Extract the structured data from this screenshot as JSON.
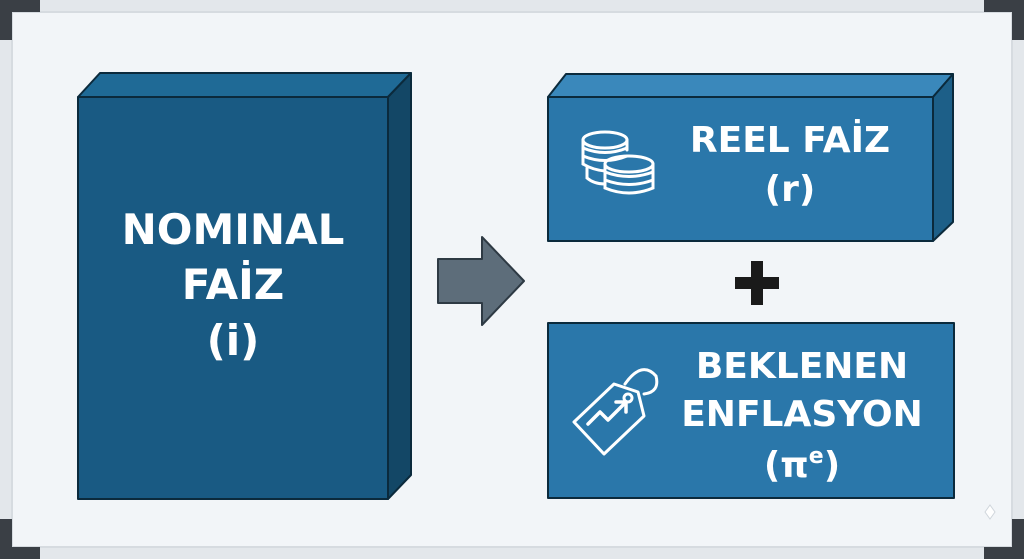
{
  "boxes": {
    "nominal": {
      "line1": "NOMINAL",
      "line2": "FAİZ",
      "line3": "(i)"
    },
    "reel": {
      "line1": "REEL FAİZ",
      "line2": "(r)"
    },
    "beklenen": {
      "line1": "BEKLENEN",
      "line2": "ENFLASYON",
      "line3_pre": "(π",
      "line3_sup": "e",
      "line3_post": ")"
    }
  },
  "operator": "+",
  "icons": {
    "reel": "coin-stack-icon",
    "beklenen": "price-tag-trend-icon",
    "arrow": "right-arrow-icon"
  },
  "colors": {
    "nominal_front": "#195a83",
    "box_front": "#2a77aa",
    "box_top": "#3a88bb",
    "box_side": "#1d5f88",
    "nominal_top": "#1f6a96",
    "nominal_side": "#134766",
    "arrow": "#5d6d7a",
    "outline": "#0b2a3c",
    "background": "#f0f3f6"
  }
}
